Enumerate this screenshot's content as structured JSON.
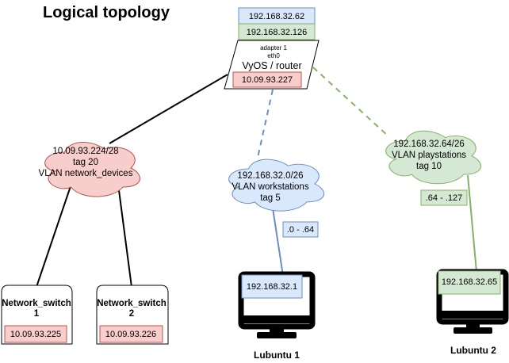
{
  "title": "Logical topology",
  "colors": {
    "blue_fill": "#dae8fc",
    "blue_stroke": "#6c8ebf",
    "green_fill": "#d5e8d4",
    "green_stroke": "#82b366",
    "red_fill": "#f8cecc",
    "red_stroke": "#b85450",
    "line_black": "#000000"
  },
  "router": {
    "ip_top": "192.168.32.62",
    "ip_mid": "192.168.32.126",
    "adapter": "adapter 1",
    "eth": "eth0",
    "name": "VyOS / router",
    "ip_bottom": "10.09.93.227"
  },
  "clouds": {
    "devices": {
      "line1": "10.09.93.224/28",
      "line2": "tag 20",
      "line3": "VLAN network_devices"
    },
    "workstations": {
      "line1": "192.168.32.0/26",
      "line2": "VLAN workstations",
      "line3": "tag 5"
    },
    "playstations": {
      "line1": "192.168.32.64/26",
      "line2": "VLAN playstations",
      "line3": "tag 10"
    }
  },
  "ranges": {
    "workstations": ".0 - .64",
    "playstations": ".64 - .127"
  },
  "switches": [
    {
      "name_line1": "Network_switch",
      "name_line2": "1",
      "ip": "10.09.93.225"
    },
    {
      "name_line1": "Network_switch",
      "name_line2": "2",
      "ip": "10.09.93.226"
    }
  ],
  "pcs": [
    {
      "ip": "192.168.32.1",
      "name": "Lubuntu 1"
    },
    {
      "ip": "192.168.32.65",
      "name": "Lubuntu 2"
    }
  ]
}
